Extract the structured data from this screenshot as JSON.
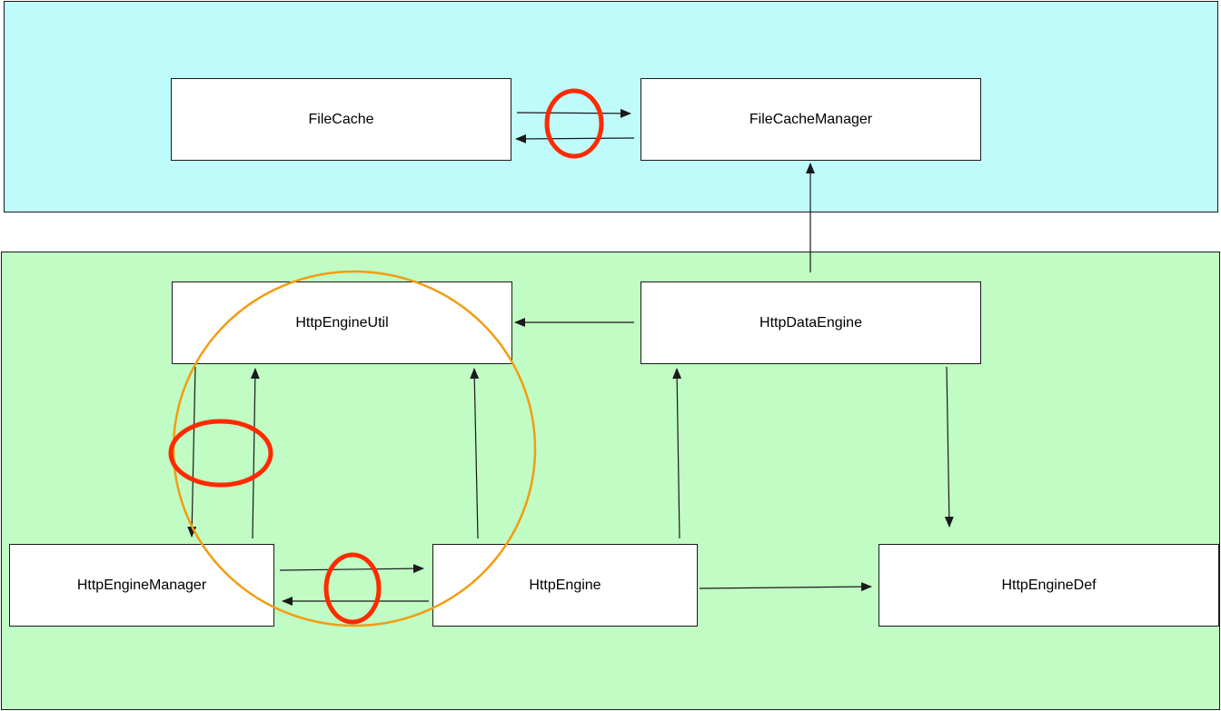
{
  "nodes": {
    "file_cache": "FileCache",
    "file_cache_manager": "FileCacheManager",
    "http_engine_util": "HttpEngineUtil",
    "http_data_engine": "HttpDataEngine",
    "http_engine_manager": "HttpEngineManager",
    "http_engine": "HttpEngine",
    "http_engine_def": "HttpEngineDef"
  },
  "colors": {
    "cache_zone": "#c0fbfc",
    "engine_zone": "#c0fcc3",
    "node_fill": "#ffffff",
    "edge": "#1a1a1a",
    "cycle_marker": "#ff2a00",
    "cluster_marker": "#f39c12"
  }
}
